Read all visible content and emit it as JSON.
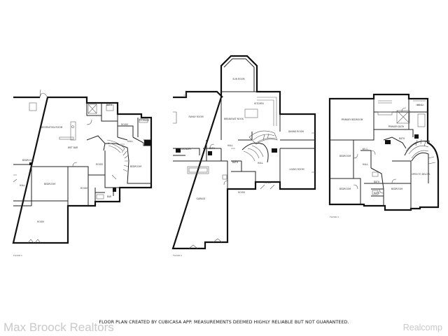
{
  "floors": [
    {
      "label": "FLOOR 1",
      "rooms": [
        "RECREATION ROOM",
        "WET BAR",
        "BATH",
        "ROOM",
        "STORAGE",
        "HALL",
        "BEDROOM",
        "BEDROOM",
        "ROOM",
        "HALL",
        "BEDROOM",
        "ROOM",
        "BAR",
        "ROOM"
      ]
    },
    {
      "label": "FLOOR 2",
      "rooms": [
        "SUN ROOM",
        "FAMILY ROOM",
        "BREAKFAST NOOK",
        "KITCHEN",
        "DINING ROOM",
        "LAUNDRY",
        "HALL",
        "FOYER",
        "BATH",
        "BATH",
        "HALL",
        "LIVING ROOM",
        "GARAGE",
        "ROOM"
      ]
    },
    {
      "label": "FLOOR 3",
      "rooms": [
        "PRIMARY BEDROOM",
        "W.I.C.",
        "PRIMARY BATH",
        "BATH",
        "BEDROOM",
        "W.I.C.",
        "HALL",
        "BEDROOM",
        "BATH",
        "BATH",
        "OPEN TO BELOW",
        "BEDROOM"
      ]
    }
  ],
  "disclaimer": "FLOOR PLAN CREATED BY CUBICASA APP. MEASUREMENTS DEEMED HIGHLY RELIABLE BUT NOT GUARANTEED.",
  "watermark_left": "Max Broock Realtors",
  "watermark_right": "Realcomp"
}
